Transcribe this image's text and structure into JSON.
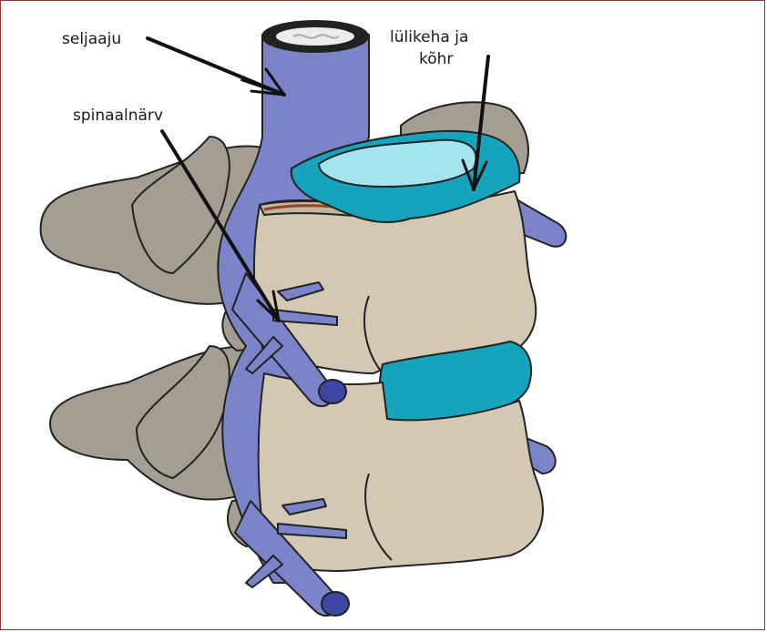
{
  "labels": {
    "spinal_cord": "seljaaju",
    "spinal_nerve": "spinaalnärv",
    "vertebral_body_line1": "lülikeha ja",
    "vertebral_body_line2": "kõhr"
  },
  "colors": {
    "bone": "#d2c8b4",
    "bone_dark": "#a39d92",
    "nerve": "#7b83c9",
    "nerve_dark": "#3d46a3",
    "disc": "#16a4bc",
    "disc_light": "#a4e4ef",
    "outline": "#222222",
    "frame": "#8b3a3a"
  }
}
